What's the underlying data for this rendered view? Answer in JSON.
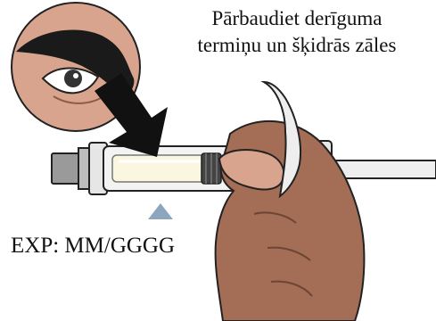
{
  "instruction": {
    "line1": "Pārbaudiet derīguma",
    "line2": "termiņu un šķidrās zāles"
  },
  "expiry_label": "EXP: MM/GGGG",
  "colors": {
    "skin_dark": "#a46d55",
    "skin_light": "#d8a48e",
    "arrow": "#111111",
    "marker": "#8ca7bd",
    "syringe_plastic": "#f3f3f3",
    "liquid": "#fbf6df"
  },
  "icons": [
    "eye-icon",
    "arrow-icon",
    "triangle-marker-icon",
    "syringe-icon",
    "hand-icon"
  ]
}
